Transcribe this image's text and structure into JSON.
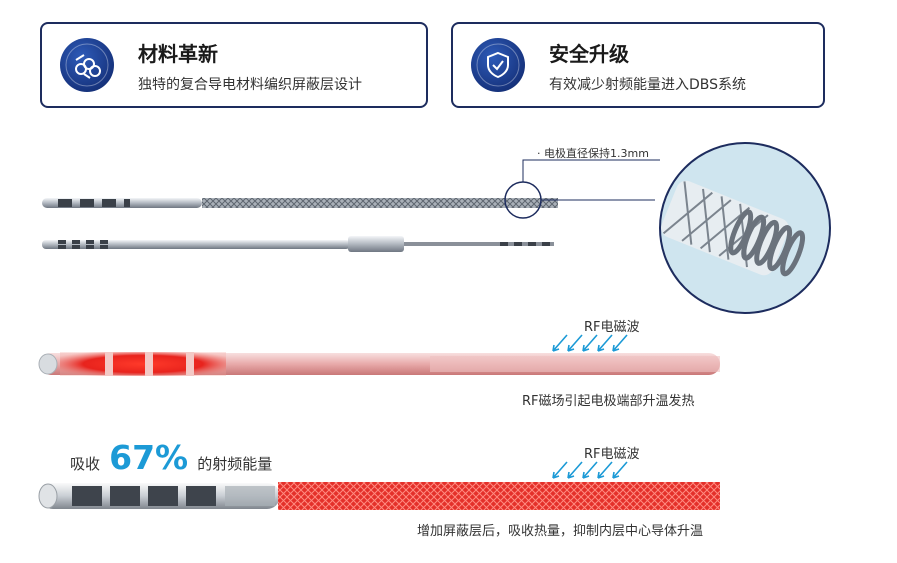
{
  "features": [
    {
      "title": "材料革新",
      "subtitle": "独特的复合导电材料编织屏蔽层设计",
      "icon": "cable-bundle-icon"
    },
    {
      "title": "安全升级",
      "subtitle": "有效减少射频能量进入DBS系统",
      "icon": "shield-check-icon"
    }
  ],
  "electrode": {
    "diameter_note": "· 电极直径保持1.3mm"
  },
  "rf_top": {
    "wave_label": "RF电磁波",
    "caption": "RF磁场引起电极端部升温发热"
  },
  "rf_bottom": {
    "wave_label": "RF电磁波",
    "absorb_prefix": "吸收",
    "absorb_percent": "67%",
    "absorb_suffix": "的射频能量",
    "caption": "增加屏蔽层后，吸收热量，抑制内层中心导体升温"
  },
  "colors": {
    "navy": "#1d2c5e",
    "accent_blue": "#1c9ad6",
    "heat_red": "#e8231d"
  }
}
